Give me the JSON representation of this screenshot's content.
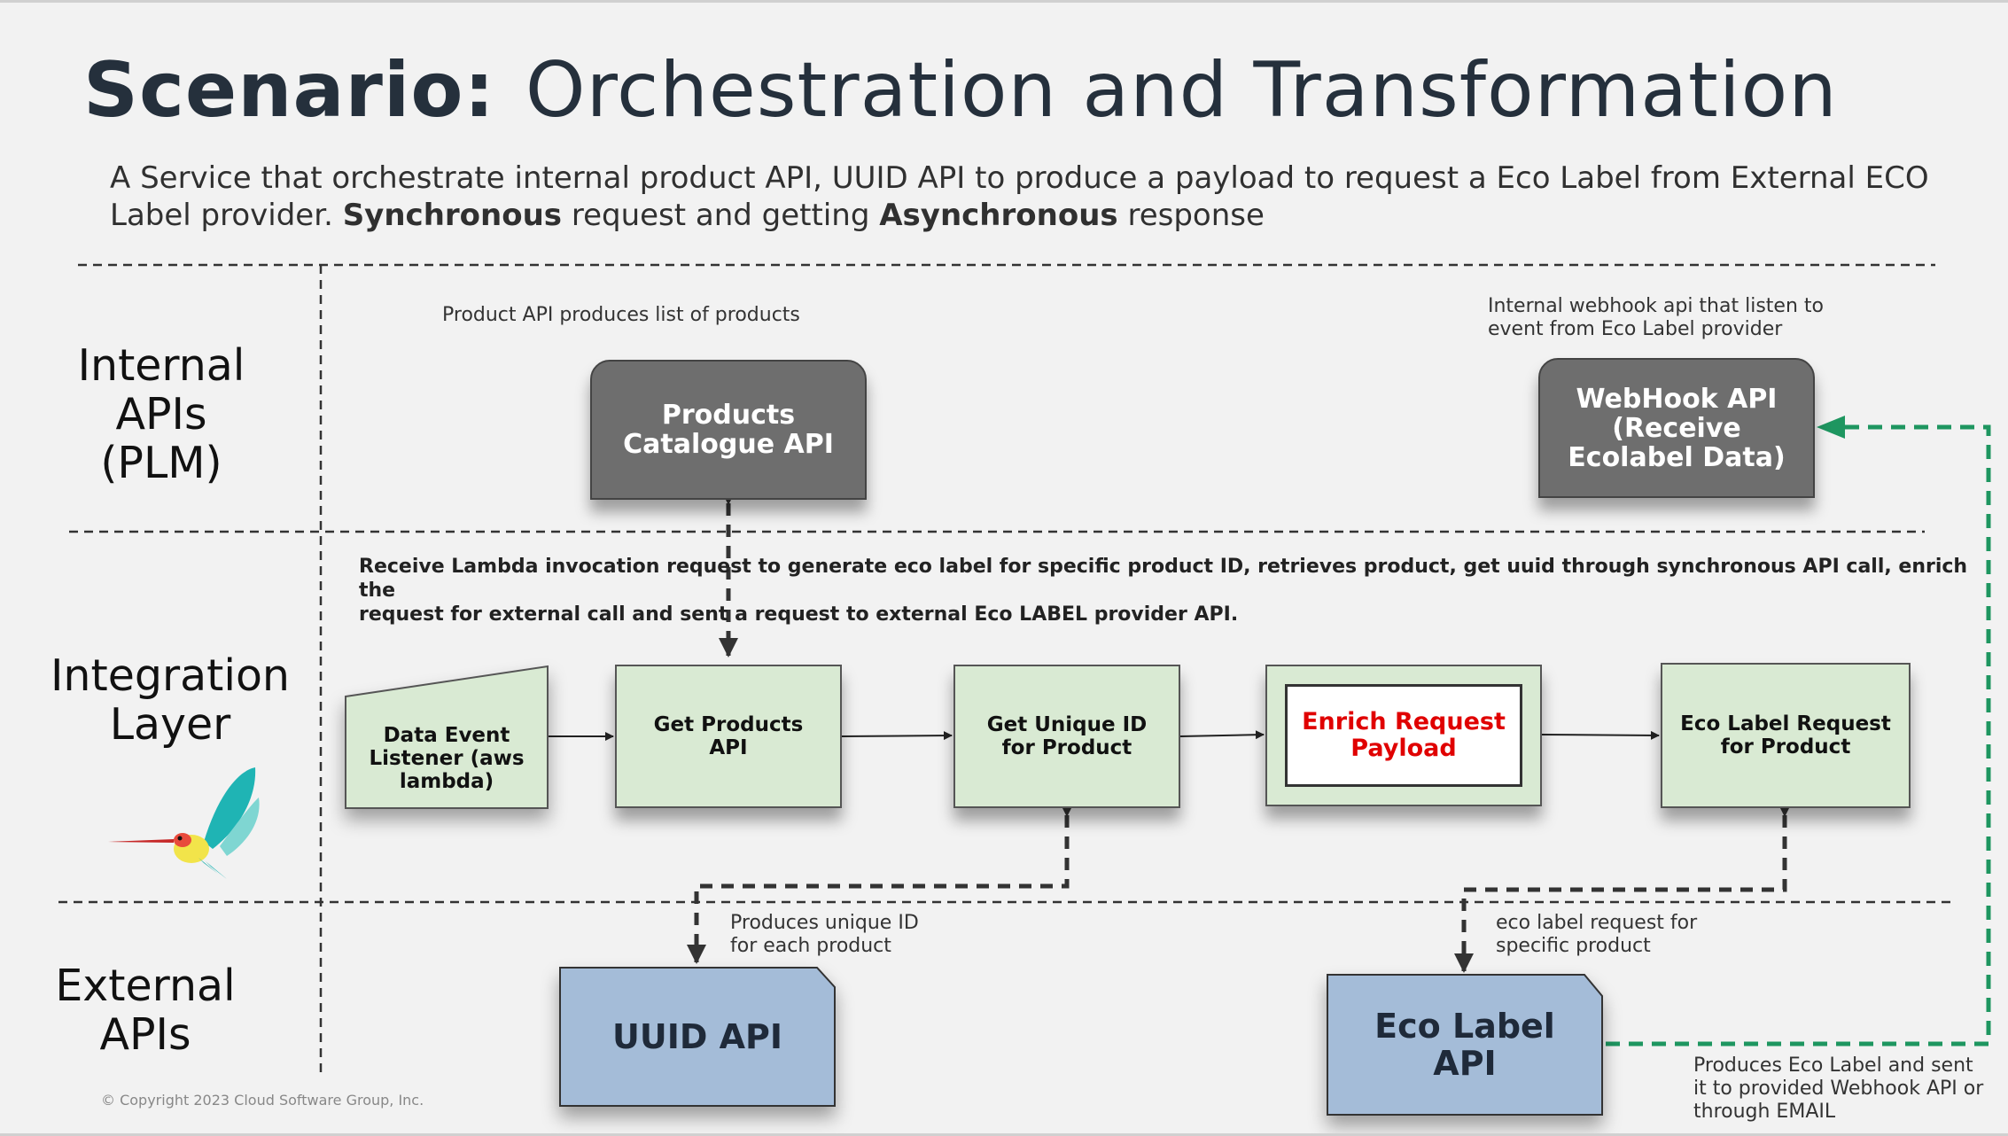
{
  "title": {
    "part1": "Scenario:",
    "part2": "Orchestration and Transformation"
  },
  "subtitle": {
    "text1": "A Service that orchestrate internal product API, UUID API to produce a payload to request a Eco Label from External ECO Label provider. ",
    "bold1": "Synchronous",
    "text2": " request and getting ",
    "bold2": "Asynchronous",
    "text3": " response"
  },
  "lanes": {
    "internal": {
      "line1": "Internal",
      "line2": "APIs",
      "line3": "(PLM)"
    },
    "integration": {
      "line1": "Integration",
      "line2": "Layer"
    },
    "external": {
      "line1": "External",
      "line2": "APIs"
    }
  },
  "notes": {
    "product_api": "Product API produces list of products",
    "webhook_line1": "Internal webhook api that listen to",
    "webhook_line2": "event from Eco Label provider",
    "integration_line1": "Receive Lambda invocation  request to generate eco label for specific product ID, retrieves product, get uuid through synchronous API call, enrich the",
    "integration_line2": "request for external call and sent a request to external Eco LABEL provider API.",
    "uuid_line1": "Produces unique ID",
    "uuid_line2": "for each product",
    "ecolabel_line1": "eco label request for",
    "ecolabel_line2": "specific product",
    "produces_line1": "Produces Eco Label and sent",
    "produces_line2": "it to provided Webhook API or",
    "produces_line3": "through EMAIL"
  },
  "boxes": {
    "products_catalogue": {
      "line1": "Products",
      "line2": "Catalogue API"
    },
    "webhook": {
      "line1": "WebHook API",
      "line2": "(Receive",
      "line3": "Ecolabel Data)"
    },
    "data_event": {
      "line1": "Data Event",
      "line2": "Listener (aws",
      "line3": "lambda)"
    },
    "get_products": {
      "line1": "Get Products",
      "line2": "API"
    },
    "get_unique_id": {
      "line1": "Get Unique ID",
      "line2": "for Product"
    },
    "enrich": {
      "line1": "Enrich Request",
      "line2": "Payload"
    },
    "eco_label_request": {
      "line1": "Eco Label Request",
      "line2": "for Product"
    },
    "uuid_api": {
      "label": "UUID API"
    },
    "eco_label_api": {
      "line1": "Eco Label",
      "line2": "API"
    }
  },
  "copyright": "© Copyright 2023 Cloud Software Group, Inc.",
  "colors": {
    "green_box": "#d9ead3",
    "grey_box": "#6e6e6e",
    "blue_box": "#a4bcd8",
    "async_arrow": "#1e9660",
    "enrich_text": "#e00000"
  }
}
